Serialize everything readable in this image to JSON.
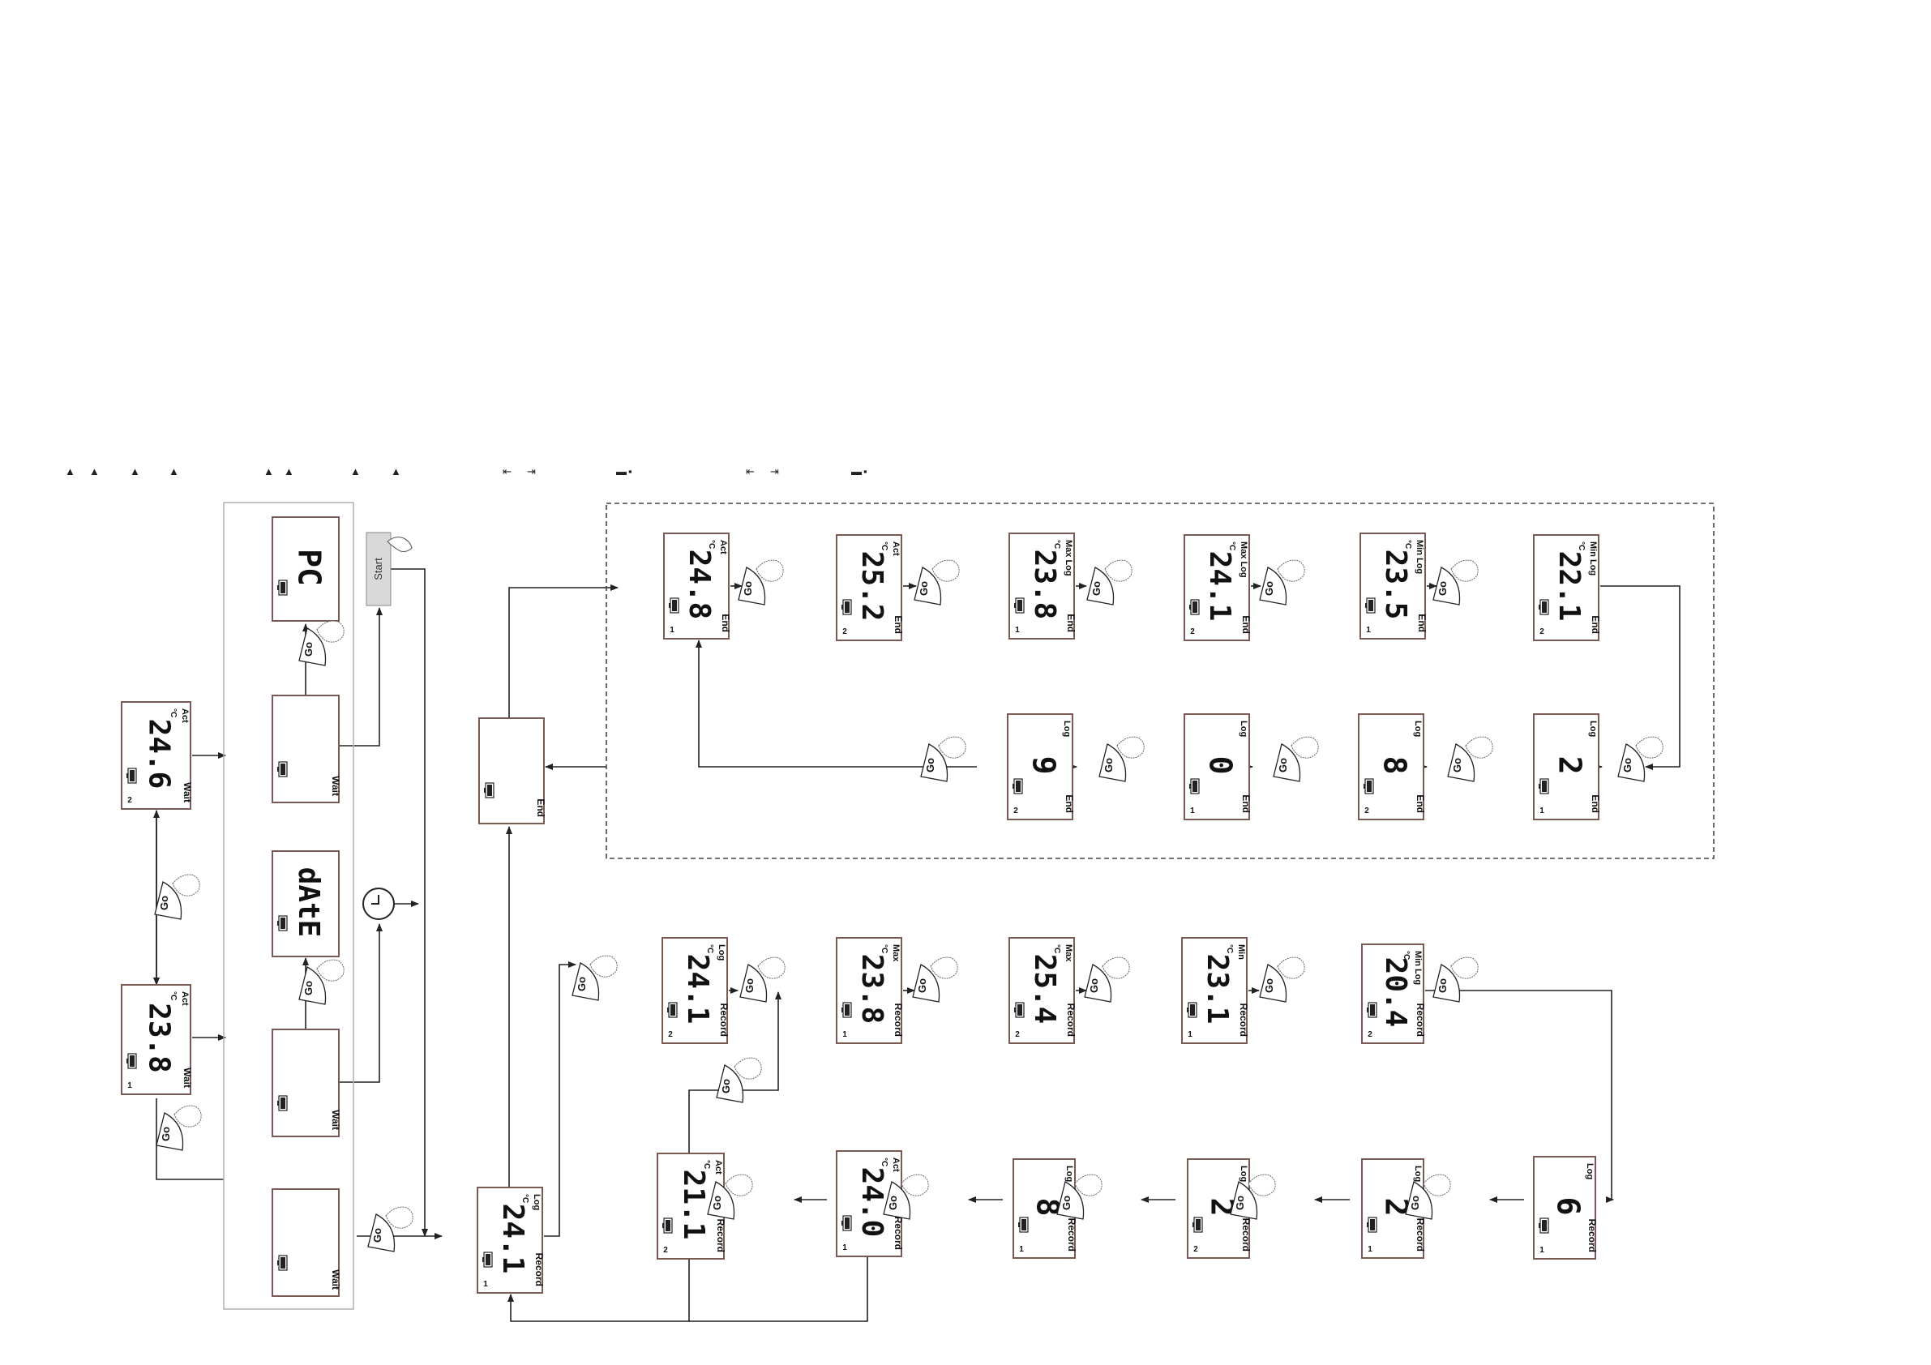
{
  "legend": {
    "symbols": [
      "▲",
      "▲",
      "▲",
      "▲",
      "▲",
      "▲",
      "▲",
      "▲",
      "⇤",
      "⇥",
      "▬▪",
      "⇤",
      "⇥",
      "▬▪"
    ]
  },
  "labels": {
    "go": "Go",
    "start": "Start",
    "unit": "°C"
  },
  "screens": {
    "wait_act_2": {
      "value": "24.6",
      "mode": "Act",
      "status": "Wait",
      "channel": "2",
      "unit": "°C"
    },
    "wait_act_1": {
      "value": "23.8",
      "mode": "Act",
      "status": "Wait",
      "channel": "1",
      "unit": "°C"
    },
    "pc": {
      "value": "PC"
    },
    "wait_blank_top": {
      "status": "Wait"
    },
    "date": {
      "value": "dAtE"
    },
    "wait_blank_mid": {
      "status": "Wait"
    },
    "wait_blank_bottom": {
      "status": "Wait"
    },
    "end_main": {
      "status": "End"
    },
    "record_main": {
      "value": "24.1",
      "mode": "Log",
      "status": "Record",
      "channel": "1",
      "unit": "°C"
    },
    "end_act_1": {
      "value": "24.8",
      "mode": "Act",
      "status": "End",
      "channel": "1",
      "unit": "°C"
    },
    "end_act_2": {
      "value": "25.2",
      "mode": "Act",
      "status": "End",
      "channel": "2",
      "unit": "°C"
    },
    "end_max_1": {
      "value": "23.8",
      "mode": "Max Log",
      "status": "End",
      "channel": "1",
      "unit": "°C"
    },
    "end_max_2": {
      "value": "24.1",
      "mode": "Max Log",
      "status": "End",
      "channel": "2",
      "unit": "°C"
    },
    "end_min_1": {
      "value": "23.5",
      "mode": "Min Log",
      "status": "End",
      "channel": "1",
      "unit": "°C"
    },
    "end_min_2": {
      "value": "22.1",
      "mode": "Min Log",
      "status": "End",
      "channel": "2",
      "unit": "°C"
    },
    "end_log_9": {
      "value": "9",
      "mode": "Log",
      "status": "End",
      "channel": "2"
    },
    "end_log_0": {
      "value": "0",
      "mode": "Log",
      "status": "End",
      "channel": "1"
    },
    "end_log_8": {
      "value": "8",
      "mode": "Log",
      "status": "End",
      "channel": "2"
    },
    "end_log_2": {
      "value": "2",
      "mode": "Log",
      "status": "End",
      "channel": "1"
    },
    "rec_log_1": {
      "value": "24.1",
      "mode": "Log",
      "status": "Record",
      "channel": "2",
      "unit": "°C"
    },
    "rec_max_1": {
      "value": "23.8",
      "mode": "Max",
      "status": "Record",
      "channel": "1",
      "unit": "°C"
    },
    "rec_max_2": {
      "value": "25.4",
      "mode": "Max",
      "status": "Record",
      "channel": "2",
      "unit": "°C"
    },
    "rec_min_1": {
      "value": "23.1",
      "mode": "Min",
      "status": "Record",
      "channel": "1",
      "unit": "°C"
    },
    "rec_min_2": {
      "value": "20.4",
      "mode": "Min Log",
      "status": "Record",
      "channel": "2",
      "unit": "°C"
    },
    "rec_act_2": {
      "value": "21.1",
      "mode": "Act",
      "status": "Record",
      "channel": "2",
      "unit": "°C"
    },
    "rec_act_1": {
      "value": "24.0",
      "mode": "Act",
      "status": "Record",
      "channel": "1",
      "unit": "°C"
    },
    "rec_log_8": {
      "value": "8",
      "mode": "Log",
      "status": "Record",
      "channel": "1"
    },
    "rec_log_2a": {
      "value": "2",
      "mode": "Log",
      "status": "Record",
      "channel": "2"
    },
    "rec_log_2b": {
      "value": "2",
      "mode": "Log",
      "status": "Record",
      "channel": "1"
    },
    "rec_log_6": {
      "value": "6",
      "mode": "Log",
      "status": "Record",
      "channel": "1"
    }
  },
  "colors": {
    "line": "#222222",
    "panel_border": "#b0b0b0",
    "screen_border": "#7a5a52",
    "button_fill": "#d9d9d9",
    "dash_border": "#444444"
  }
}
